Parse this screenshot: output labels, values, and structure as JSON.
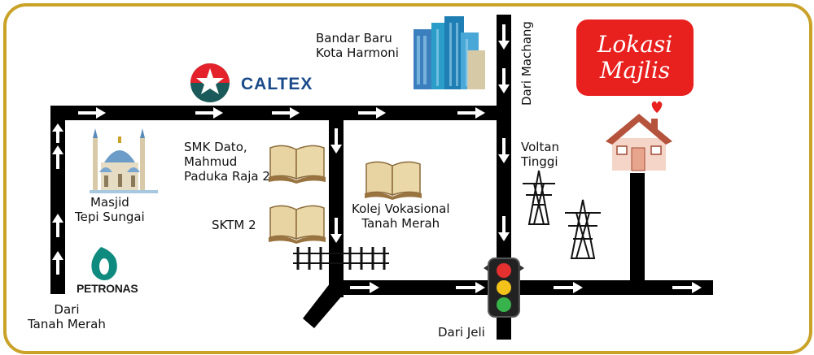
{
  "venue": {
    "line1": "Lokasi",
    "line2": "Majlis",
    "bg_color": "#e8201e"
  },
  "landmarks": {
    "bandar": {
      "line1": "Bandar Baru",
      "line2": "Kota Harmoni"
    },
    "caltex": "CALTEX",
    "petronas": "PETRONAS",
    "masjid": {
      "line1": "Masjid",
      "line2": "Tepi Sungai"
    },
    "smk": {
      "line1": "SMK Dato,",
      "line2": "Mahmud",
      "line3": "Paduka Raja 2"
    },
    "sktm": "SKTM 2",
    "kolej": {
      "line1": "Kolej Vokasional",
      "line2": "Tanah Merah"
    },
    "voltan": {
      "line1": "Voltan",
      "line2": "Tinggi"
    }
  },
  "directions": {
    "machang": "Dari Machang",
    "tanah_merah": {
      "line1": "Dari",
      "line2": "Tanah Merah"
    },
    "jeli": "Dari Jeli"
  },
  "icons": [
    "book-icon",
    "mosque-icon",
    "buildings-icon",
    "house-icon",
    "heart-icon",
    "pylon-icon",
    "traffic-light-icon",
    "railway-icon",
    "caltex-logo",
    "petronas-logo"
  ],
  "colors": {
    "frame": "#c9a227",
    "road": "#000000",
    "arrow": "#ffffff",
    "house_roof": "#b5533c",
    "house_wall": "#f5d5c8"
  }
}
